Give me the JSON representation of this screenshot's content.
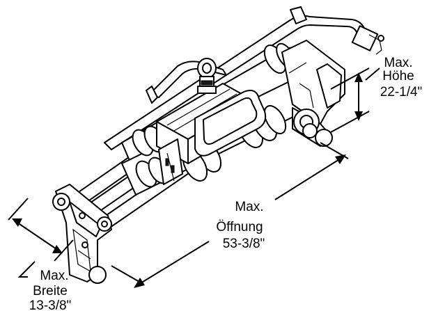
{
  "dimensions": {
    "height": {
      "label_line1": "Max.",
      "label_line2": "Höhe",
      "value": "22-1/4\""
    },
    "opening": {
      "label_line1": "Max.",
      "label_line2": "Öffnung",
      "value": "53-3/8\""
    },
    "width": {
      "label_line1": "Max.",
      "label_line2": "Breite",
      "value": "13-3/8\""
    }
  }
}
